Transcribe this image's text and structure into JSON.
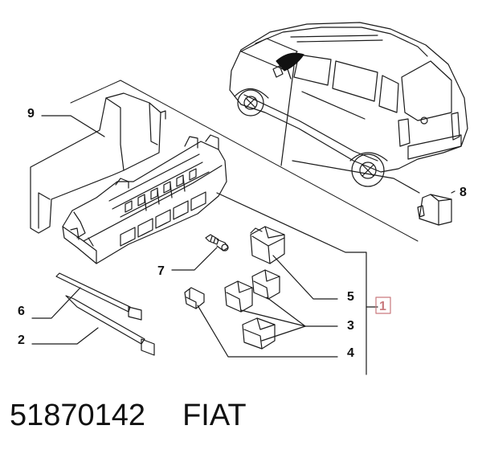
{
  "diagram": {
    "callouts": {
      "c1": "1",
      "c2": "2",
      "c3": "3",
      "c4": "4",
      "c5": "5",
      "c6": "6",
      "c7": "7",
      "c8": "8",
      "c9": "9"
    },
    "highlight_color": "#c9797d"
  },
  "caption": {
    "part_number": "51870142",
    "brand": "FIAT"
  }
}
